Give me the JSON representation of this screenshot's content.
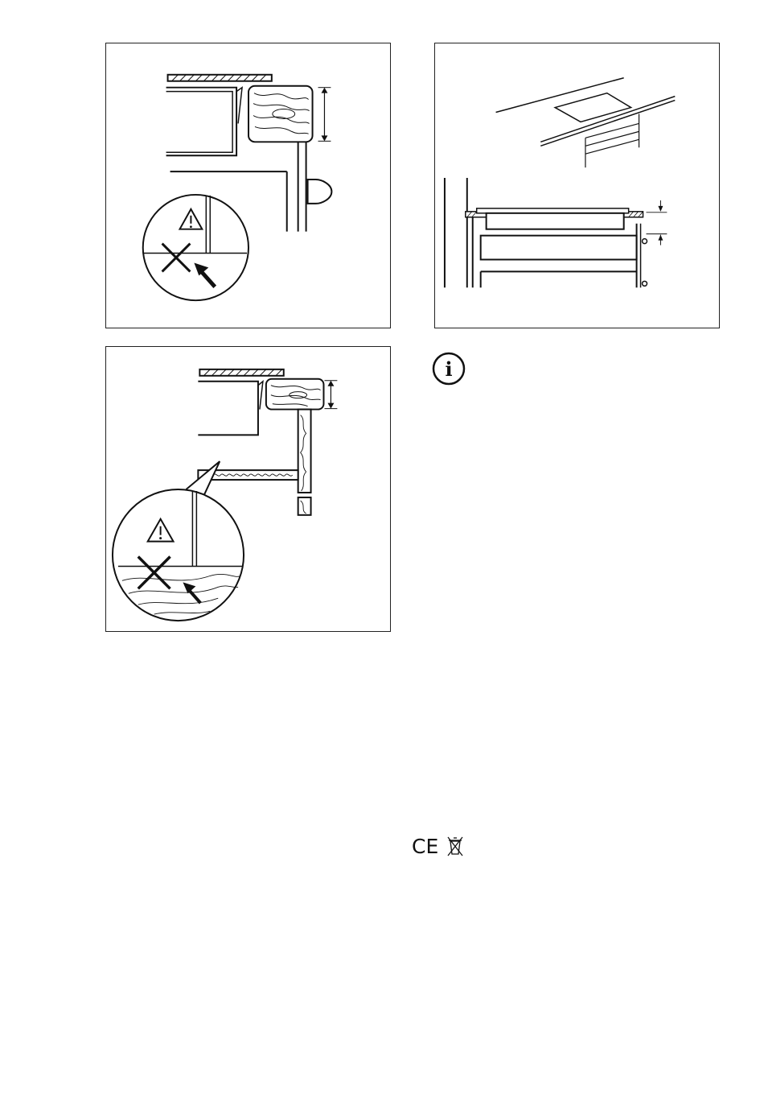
{
  "page": {
    "figures": [
      {
        "id": "fig-1",
        "icons": [
          "warning-icon",
          "cross-icon",
          "arrow-icon"
        ]
      },
      {
        "id": "fig-2",
        "icons": [
          "dimension-arrow-icon"
        ]
      },
      {
        "id": "fig-3",
        "icons": [
          "warning-icon",
          "cross-icon",
          "arrow-icon"
        ]
      }
    ],
    "info_icon": {
      "icon": "info-icon",
      "glyph": "i"
    },
    "marks": {
      "icons": [
        "ce-mark-icon",
        "weee-bin-icon"
      ],
      "ce_text": "CE"
    }
  }
}
